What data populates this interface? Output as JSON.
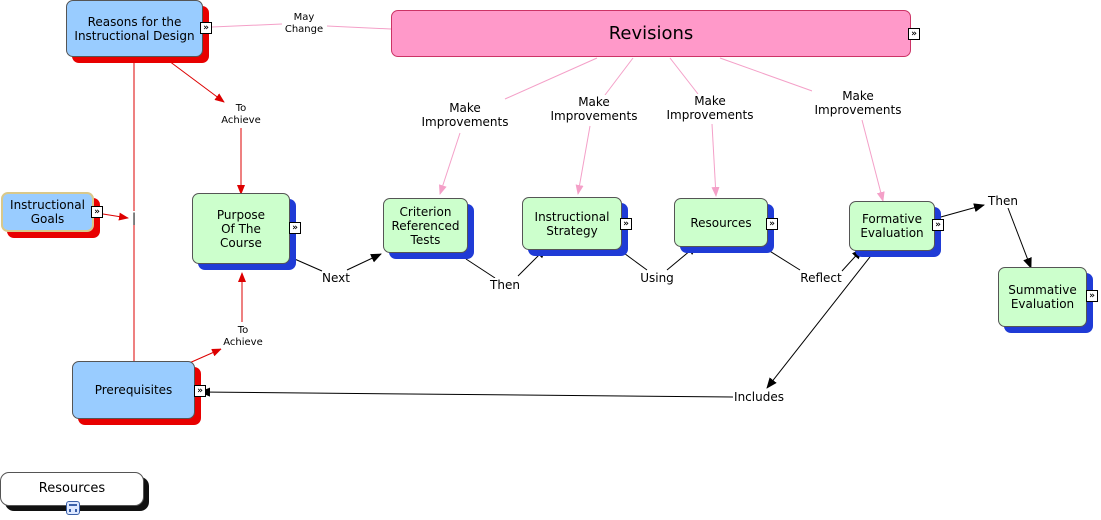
{
  "nodes": {
    "reasons": "Reasons for the Instructional Design",
    "revisions": "Revisions",
    "instructional_goals": "Instructional Goals",
    "purpose": "Purpose Of The Course",
    "criterion": "Criterion Referenced Tests",
    "strategy": "Instructional Strategy",
    "resources": "Resources",
    "formative": "Formative Evaluation",
    "summative": "Summative Evaluation",
    "prerequisites": "Prerequisites",
    "resources_legend": "Resources"
  },
  "link_labels": {
    "may_change": "May Change",
    "to_achieve_top": "To Achieve",
    "to_achieve_bottom": "To Achieve",
    "make_improvements_1": "Make Improvements",
    "make_improvements_2": "Make Improvements",
    "make_improvements_3": "Make Improvements",
    "make_improvements_4": "Make Improvements",
    "next": "Next",
    "then_1": "Then",
    "using": "Using",
    "reflect": "Reflect",
    "then_2": "Then",
    "includes": "Includes",
    "junction": "|"
  },
  "icons": {
    "expand": "»",
    "expand_icon": "double-chevron-right-icon",
    "tree_icon": "hierarchy-tree-icon"
  },
  "colors": {
    "blue_node": "#99ccff",
    "green_node": "#ccffcc",
    "pink_node": "#ff99c9",
    "red_shadow": "#e80000",
    "blue_shadow": "#1f3bd6",
    "red_link": "#dd0000",
    "pink_link": "#f4a0c8",
    "black_link": "#000000"
  }
}
